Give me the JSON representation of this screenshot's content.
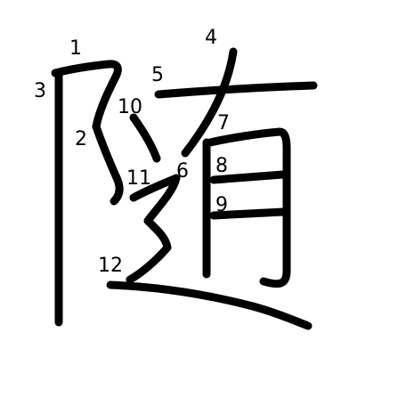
{
  "character": "随",
  "stroke_numbers": [
    "1",
    "2",
    "3",
    "4",
    "5",
    "6",
    "7",
    "8",
    "9",
    "10",
    "11",
    "12"
  ],
  "colors": {
    "ink": "#000000",
    "background": "#ffffff"
  }
}
